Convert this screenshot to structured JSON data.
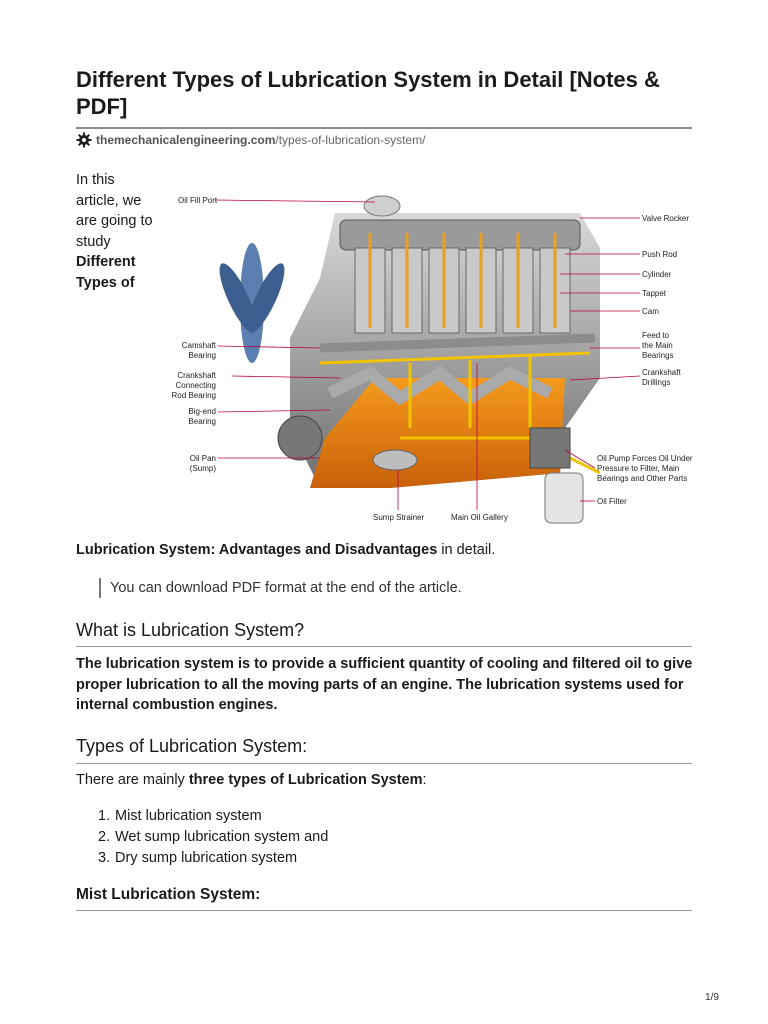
{
  "article": {
    "title": "Different Types of Lubrication System in Detail [Notes & PDF]",
    "source_domain": "themechanicalengineering.com",
    "source_path": "/types-of-lubrication-system/",
    "source_icon": "gear-icon",
    "intro": {
      "text": "In this article, we are going to study ",
      "bold": "Different Types of"
    },
    "continuation": {
      "bold": "Lubrication System: Advantages and Disadvantages",
      "text": " in detail."
    },
    "quote": "You can download PDF format at the end of the article."
  },
  "figure": {
    "labels": {
      "oil_fill_port": "Oil Fill Port",
      "valve_rocker": "Valve Rocker",
      "push_rod": "Push Rod",
      "cylinder": "Cylinder",
      "tappet": "Tappet",
      "cam": "Cam",
      "feed": [
        "Feed to",
        "the Main",
        "Bearings"
      ],
      "crankshaft_drillings": [
        "Crankshaft",
        "Drillings"
      ],
      "camshaft_bearing": [
        "Camshaft",
        "Bearing"
      ],
      "crankshaft_rod_bearing": [
        "Crankshaft",
        "Connecting",
        "Rod Bearing"
      ],
      "big_end_bearing": [
        "Big-end",
        "Bearing"
      ],
      "oil_pan": [
        "Oil Pan",
        "(Sump)"
      ],
      "oil_pump": [
        "Oil Pump Forces Oil Under",
        "Pressure to Filter, Main",
        "Bearings and Other Parts"
      ],
      "oil_filter": "Oil Filter",
      "sump_strainer": "Sump Strainer",
      "main_oil_gallery": "Main Oil Gallery"
    }
  },
  "sections": {
    "what_is": {
      "heading": "What is Lubrication System?",
      "body": "The lubrication system is to provide a sufficient quantity of cooling and filtered oil to give proper lubrication to all the moving parts of an engine. The lubrication systems used for internal combustion engines."
    },
    "types": {
      "heading": "Types of Lubrication System:",
      "lead_text": "There are mainly ",
      "lead_bold": "three types of Lubrication System",
      "lead_end": ":",
      "items": [
        {
          "num": "1.",
          "text": "Mist lubrication system"
        },
        {
          "num": "2.",
          "text": "Wet sump lubrication system and"
        },
        {
          "num": "3.",
          "text": "Dry sump lubrication system"
        }
      ]
    },
    "mist": {
      "heading": "Mist Lubrication System:"
    }
  },
  "page": {
    "number": "1/9"
  }
}
